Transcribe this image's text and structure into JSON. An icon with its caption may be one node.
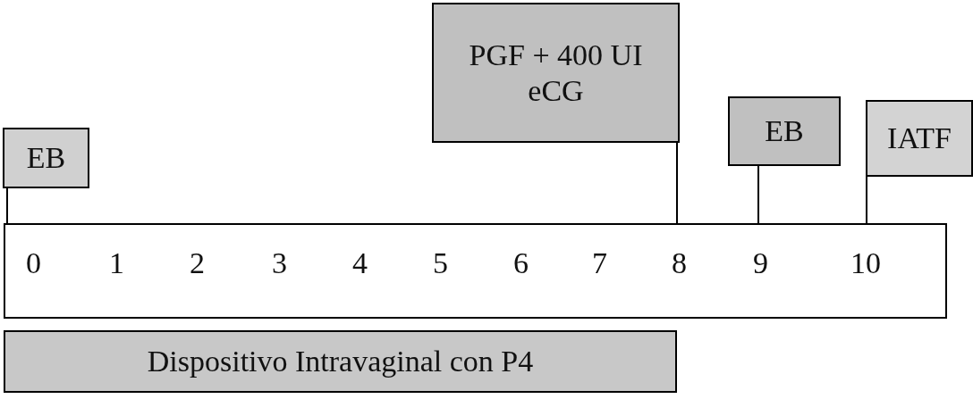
{
  "diagram": {
    "nodes": [
      {
        "text": [
          "EB"
        ]
      },
      {
        "text": [
          "PGF + 400 UI eCG"
        ]
      },
      {
        "text": [
          "EB"
        ]
      },
      {
        "text": [
          "IATF"
        ]
      },
      {
        "text": [
          "0",
          "1",
          "2",
          "3",
          "4",
          "5",
          "6",
          "7",
          "8",
          "9",
          "10"
        ]
      },
      {
        "text": [
          "Dispositivo Intravaginal con P4"
        ]
      }
    ],
    "edges": [
      {
        "from": 0,
        "to": 4,
        "arrow": "none"
      },
      {
        "from": 1,
        "to": 4,
        "arrow": "none"
      },
      {
        "from": 2,
        "to": 4,
        "arrow": "none"
      },
      {
        "from": 3,
        "to": 4,
        "arrow": "none"
      }
    ]
  }
}
